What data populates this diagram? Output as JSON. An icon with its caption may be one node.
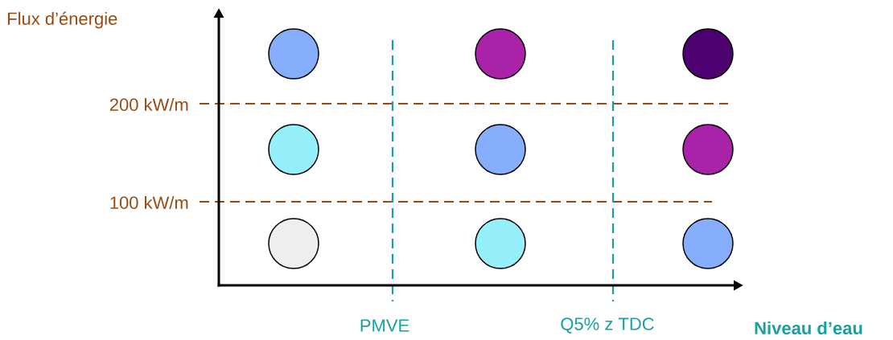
{
  "diagram": {
    "nodes": [
      {
        "text": [],
        "shape": "circle"
      },
      {
        "text": [],
        "shape": "circle"
      },
      {
        "text": [],
        "shape": "circle"
      },
      {
        "text": [],
        "shape": "circle"
      },
      {
        "text": [],
        "shape": "circle"
      },
      {
        "text": [],
        "shape": "circle"
      },
      {
        "text": [],
        "shape": "circle"
      },
      {
        "text": [],
        "shape": "circle"
      },
      {
        "text": [],
        "shape": "circle"
      }
    ],
    "labels": [
      "Flux d’énergie",
      "200 kW/m",
      "100 kW/m",
      "PMVE",
      "Q5% z TDC",
      "Niveau d’eau"
    ]
  }
}
